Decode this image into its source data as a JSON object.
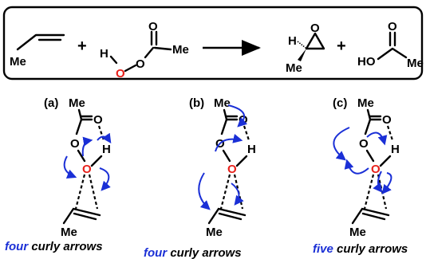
{
  "equation": {
    "me1": "Me",
    "plus1": "+",
    "h1": "H",
    "o_red": "O",
    "o1": "O",
    "o2": "O",
    "me2": "Me",
    "h_ep": "H",
    "o_ep": "O",
    "me_ep": "Me",
    "plus2": "+",
    "o_acid": "O",
    "ho": "HO",
    "me_acid": "Me"
  },
  "panels": [
    {
      "label": "(a)",
      "me_top": "Me",
      "o_carbonyl": "O",
      "o_ring": "O",
      "h": "H",
      "o_red": "O",
      "me_bottom": "Me",
      "caption_highlight": "four",
      "caption_rest": "curly arrows"
    },
    {
      "label": "(b)",
      "me_top": "Me",
      "o_carbonyl": "O",
      "o_ring": "O",
      "h": "H",
      "o_red": "O",
      "me_bottom": "Me",
      "caption_highlight": "four",
      "caption_rest": "curly arrows"
    },
    {
      "label": "(c)",
      "me_top": "Me",
      "o_carbonyl": "O",
      "o_ring": "O",
      "h": "H",
      "o_red": "O",
      "me_bottom": "Me",
      "caption_highlight": "five",
      "caption_rest": "curly arrows"
    }
  ],
  "colors": {
    "oxygen_red": "#e8201a",
    "arrow_blue": "#1a2fd6",
    "caption_blue": "#1a2fd6"
  }
}
